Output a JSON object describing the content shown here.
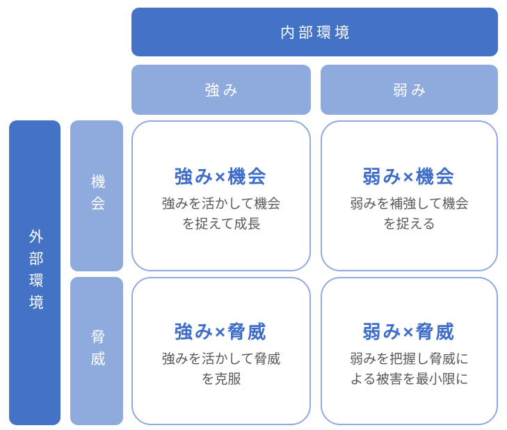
{
  "matrix": {
    "internal_header": "内部環境",
    "external_header": "外部環境",
    "column_headers": {
      "strengths": "強み",
      "weaknesses": "弱み"
    },
    "row_headers": {
      "opportunities": "機会",
      "threats": "脅威"
    },
    "cells": {
      "so": {
        "title": "強み×機会",
        "desc_line1": "強みを活かして機会",
        "desc_line2": "を捉えて成長"
      },
      "wo": {
        "title": "弱み×機会",
        "desc_line1": "弱みを補強して機会",
        "desc_line2": "を捉える"
      },
      "st": {
        "title": "強み×脅威",
        "desc_line1": "強みを活かして脅威",
        "desc_line2": "を克服"
      },
      "wt": {
        "title": "弱み×脅威",
        "desc_line1": "弱みを把握し脅威に",
        "desc_line2": "よる被害を最小限に"
      }
    },
    "colors": {
      "dark_blue": "#4472C4",
      "light_blue": "#8FAADC",
      "cell_border": "#8FAADC",
      "title_blue": "#3D6CC9",
      "body_gray": "#595959"
    }
  }
}
